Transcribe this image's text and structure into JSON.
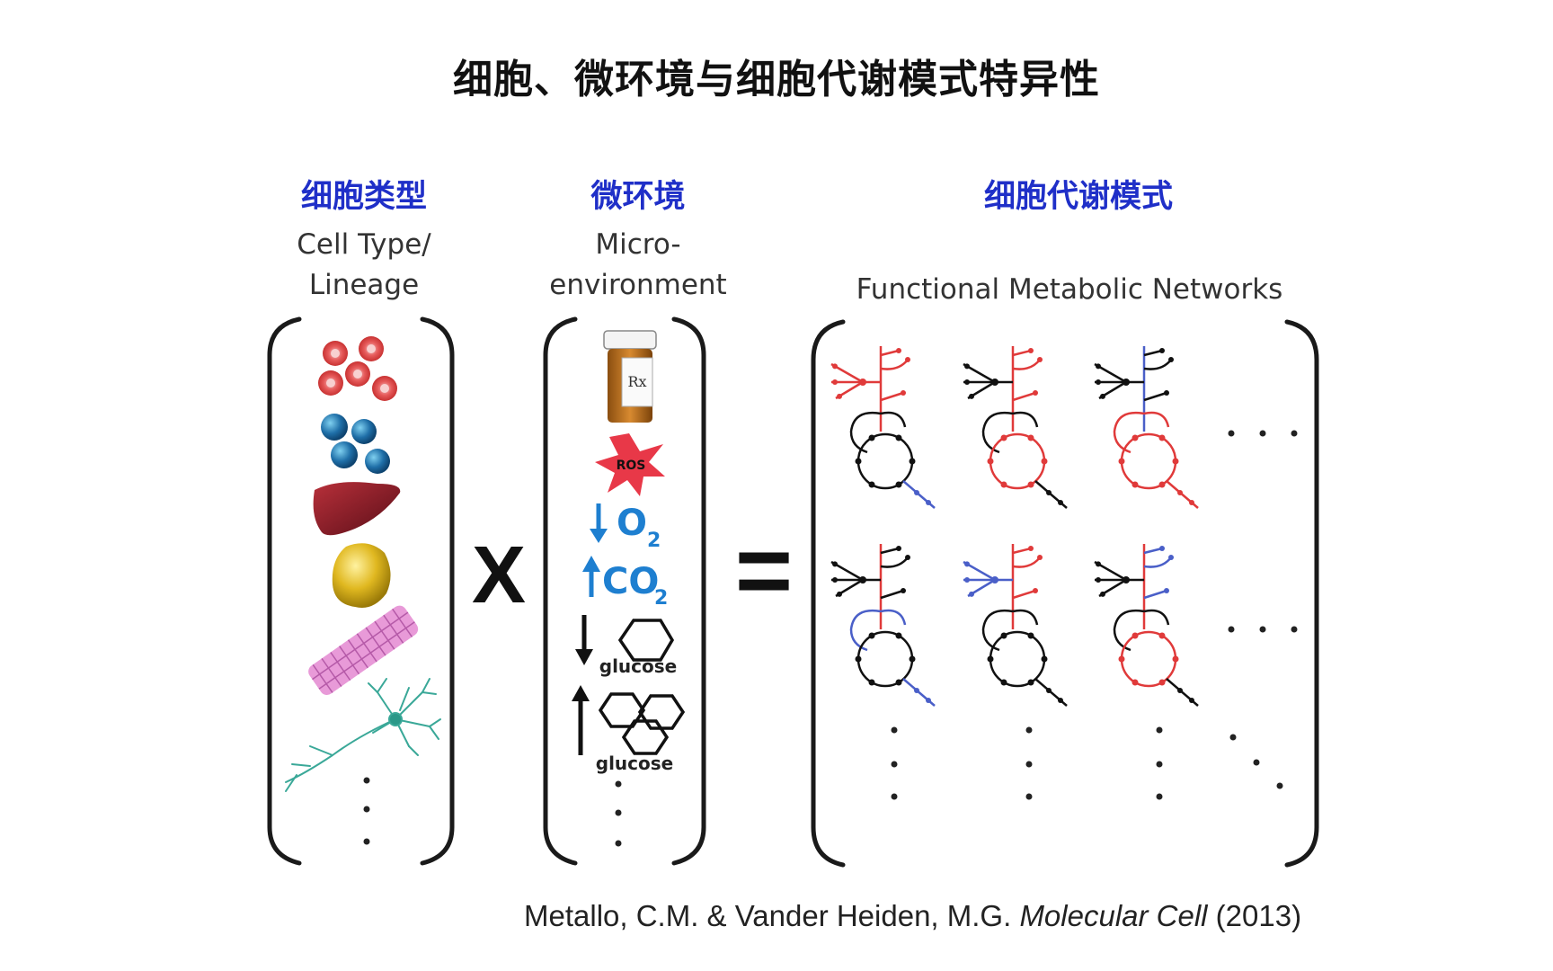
{
  "title": "细胞、微环境与细胞代谢模式特异性",
  "columns": [
    {
      "zh": "细胞类型",
      "en_line1": "Cell Type/",
      "en_line2": "Lineage"
    },
    {
      "zh": "微环境",
      "en_line1": "Micro-",
      "en_line2": "environment"
    },
    {
      "zh": "细胞代谢模式",
      "en_line1": "Functional Metabolic Networks",
      "en_line2": ""
    }
  ],
  "operators": {
    "multiply": "X",
    "equals": "="
  },
  "micro_labels": {
    "rx": "Rx",
    "ros": "ROS",
    "o2": "O",
    "o2_sub": "2",
    "co2": "CO",
    "co2_sub": "2",
    "glucose_low": "glucose",
    "glucose_high": "glucose"
  },
  "citation": {
    "authors": "Metallo, C.M. & Vander Heiden, M.G. ",
    "journal": "Molecular Cell",
    "year": " (2013)"
  },
  "colors": {
    "heading_blue": "#1f2fc8",
    "network_red": "#e03a3a",
    "network_blue": "#4a5fc8",
    "network_black": "#111111",
    "micro_blue": "#1e7fd0"
  }
}
